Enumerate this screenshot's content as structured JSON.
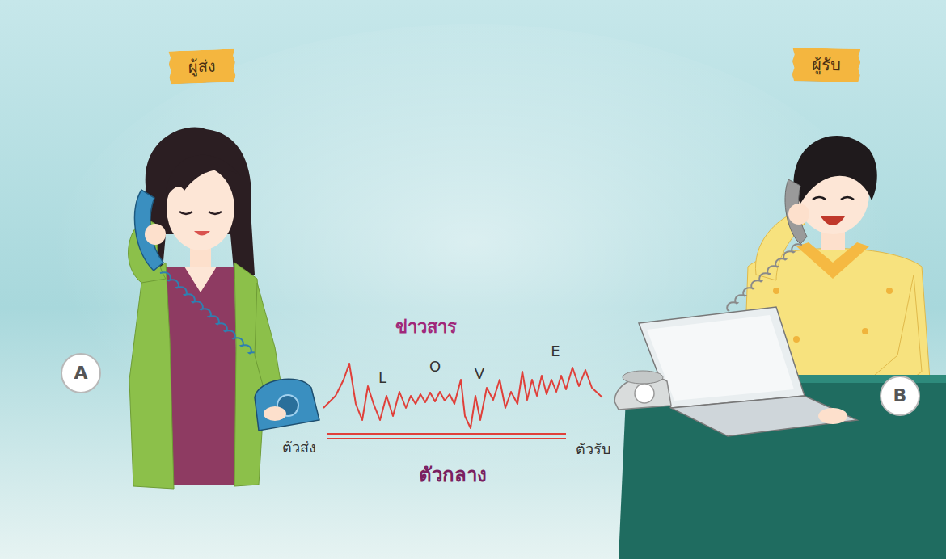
{
  "diagram": {
    "nodes": [
      {
        "text": [
          "ผู้ส่ง"
        ]
      },
      {
        "text": [
          "ผู้รับ"
        ]
      },
      {
        "text": [
          "A"
        ]
      },
      {
        "text": [
          "B"
        ]
      }
    ],
    "labels": [
      "ข่าวสาร",
      "L",
      "O",
      "V",
      "E",
      "ตัวส่ง",
      "ตัวรับ",
      "ตัวกลาง"
    ]
  }
}
